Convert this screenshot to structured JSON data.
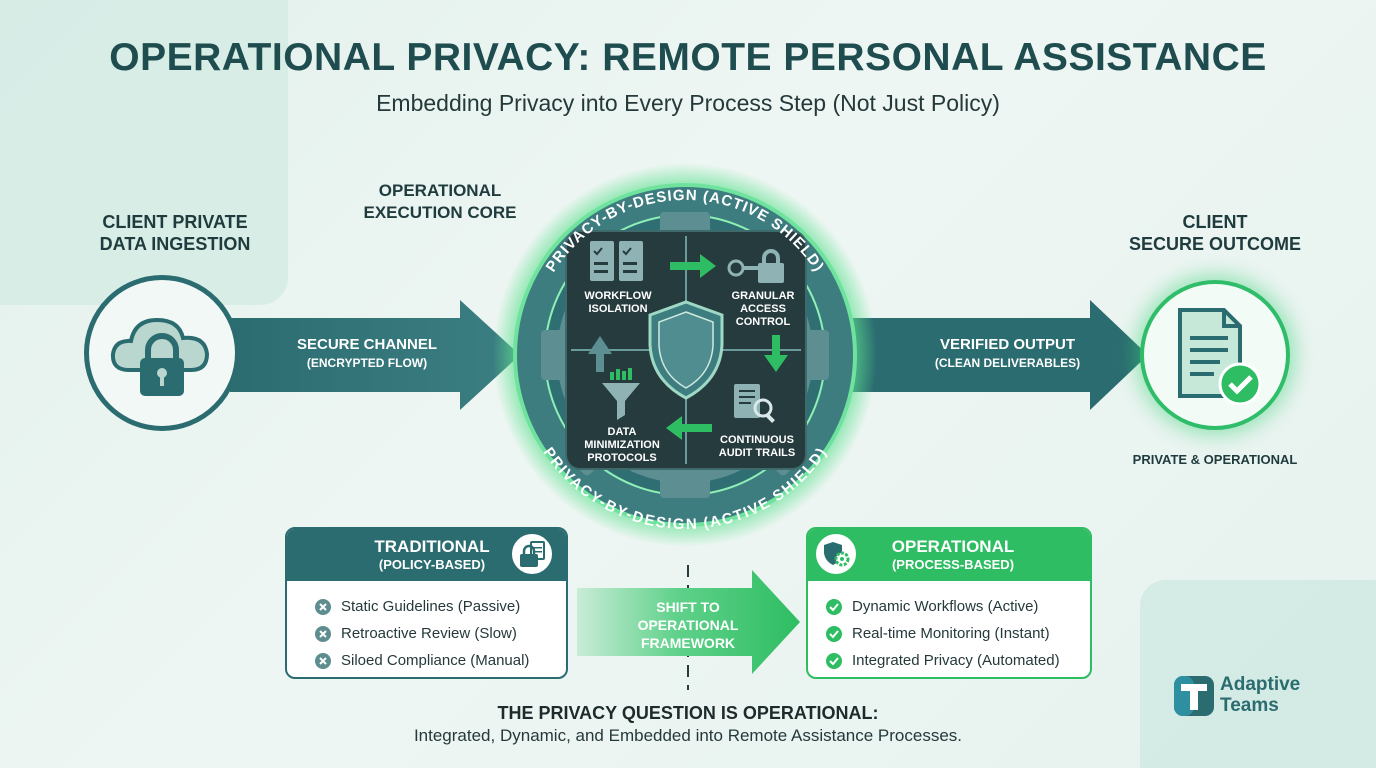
{
  "header": {
    "title": "OPERATIONAL PRIVACY: REMOTE PERSONAL ASSISTANCE",
    "subtitle": "Embedding Privacy into Every Process Step (Not Just Policy)"
  },
  "flow": {
    "input_label_1": "CLIENT PRIVATE",
    "input_label_2": "DATA INGESTION",
    "channel_1": "SECURE CHANNEL",
    "channel_2": "(ENCRYPTED FLOW)",
    "core_label_1": "OPERATIONAL",
    "core_label_2": "EXECUTION CORE",
    "output_arrow_1": "VERIFIED OUTPUT",
    "output_arrow_2": "(CLEAN DELIVERABLES)",
    "outcome_label_1": "CLIENT",
    "outcome_label_2": "SECURE OUTCOME",
    "outcome_tag": "PRIVATE & OPERATIONAL"
  },
  "core": {
    "shield_ring": "PRIVACY-BY-DESIGN (ACTIVE SHIELD)",
    "quadrants": [
      {
        "line1": "WORKFLOW",
        "line2": "ISOLATION",
        "line3": ""
      },
      {
        "line1": "GRANULAR",
        "line2": "ACCESS",
        "line3": "CONTROL"
      },
      {
        "line1": "DATA",
        "line2": "MINIMIZATION",
        "line3": "PROTOCOLS"
      },
      {
        "line1": "CONTINUOUS",
        "line2": "AUDIT TRAILS",
        "line3": ""
      }
    ]
  },
  "comparison": {
    "traditional": {
      "title": "TRADITIONAL",
      "subtitle": "(POLICY-BASED)",
      "items": [
        "Static Guidelines (Passive)",
        "Retroactive Review (Slow)",
        "Siloed Compliance (Manual)"
      ]
    },
    "shift_1": "SHIFT TO",
    "shift_2": "OPERATIONAL",
    "shift_3": "FRAMEWORK",
    "operational": {
      "title": "OPERATIONAL",
      "subtitle": "(PROCESS-BASED)",
      "items": [
        "Dynamic Workflows (Active)",
        "Real-time Monitoring (Instant)",
        "Integrated Privacy (Automated)"
      ]
    }
  },
  "footer": {
    "question": "THE PRIVACY QUESTION IS OPERATIONAL:",
    "statement": "Integrated, Dynamic, and Embedded into Remote Assistance Processes.",
    "logo_line1": "Adaptive",
    "logo_line2": "Teams"
  },
  "colors": {
    "teal": "#2b6c70",
    "green": "#2ebd62",
    "dark": "#263b3e"
  }
}
